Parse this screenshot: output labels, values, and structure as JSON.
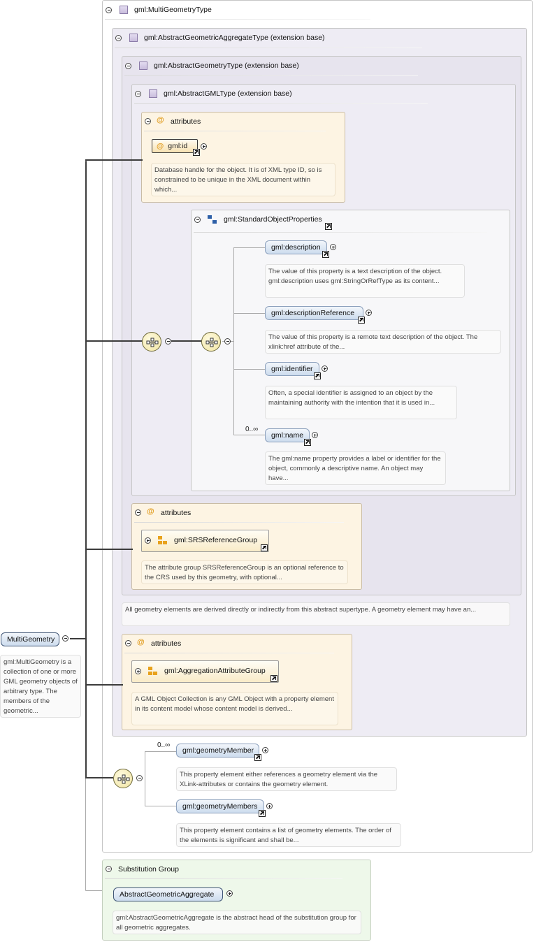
{
  "multi_geometry_type": {
    "title": "gml:MultiGeometryType"
  },
  "abstract_geometric_aggregate_type": {
    "title": "gml:AbstractGeometricAggregateType (extension base)"
  },
  "abstract_geometry_type": {
    "title": "gml:AbstractGeometryType (extension base)",
    "doc": "All geometry elements are derived directly or indirectly from this abstract supertype. A geometry element may have an..."
  },
  "abstract_gml_type": {
    "title": "gml:AbstractGMLType (extension base)"
  },
  "gml_attributes": {
    "header": "attributes",
    "id_label": "gml:id",
    "id_doc": "Database handle for the object. It is of XML type ID, so is constrained to be unique in the XML document within which..."
  },
  "standard_object_properties": {
    "title": "gml:StandardObjectProperties",
    "elements": [
      {
        "name": "gml:description",
        "doc": "The value of this property is a text description of the object. gml:description uses gml:StringOrRefType as its content..."
      },
      {
        "name": "gml:descriptionReference",
        "doc": "The value of this property is a remote text description of the object. The xlink:href attribute of the..."
      },
      {
        "name": "gml:identifier",
        "doc": "Often, a special identifier is assigned to an object by the maintaining authority with the intention that it is used in..."
      },
      {
        "name": "gml:name",
        "multiplicity": "0..∞",
        "doc": "The gml:name property provides a label or identifier for the object, commonly a descriptive name. An object may have..."
      }
    ]
  },
  "srs_attributes": {
    "header": "attributes",
    "group_label": "gml:SRSReferenceGroup",
    "doc": "The attribute group SRSReferenceGroup is an optional reference to the CRS used by this geometry, with optional..."
  },
  "aggregation_attributes": {
    "header": "attributes",
    "group_label": "gml:AggregationAttributeGroup",
    "doc": "A GML Object Collection is any GML Object with a property element in its content model whose content model is derived..."
  },
  "multi_geometry": {
    "label": "MultiGeometry",
    "doc": "gml:MultiGeometry is a collection of one or more GML geometry objects of arbitrary type. The members of the geometric..."
  },
  "members": [
    {
      "name": "gml:geometryMember",
      "multiplicity": "0..∞",
      "doc": "This property element either references a geometry element via the XLink-attributes or contains the geometry element."
    },
    {
      "name": "gml:geometryMembers",
      "doc": "This property element contains a list of geometry elements. The order of the elements is significant and shall be..."
    }
  ],
  "substitution_group": {
    "title": "Substitution Group",
    "element": "AbstractGeometricAggregate",
    "doc": "gml:AbstractGeometricAggregate is the abstract head of the substitution group for all geometric aggregates."
  }
}
